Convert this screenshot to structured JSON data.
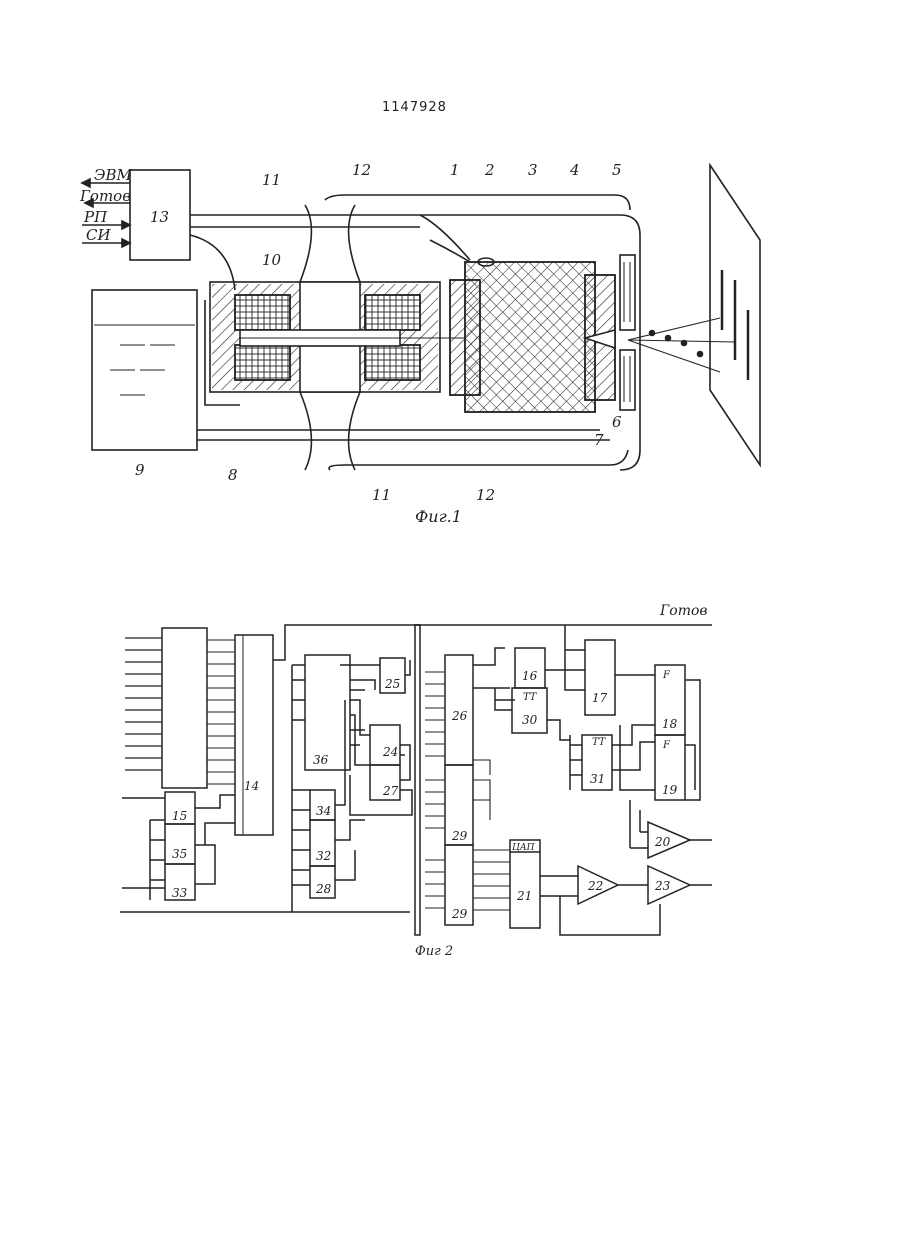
{
  "document": {
    "number": "1147928"
  },
  "fig1": {
    "caption": "Фиг.1",
    "io_labels": [
      "ЭВМ",
      "Готов",
      "РП",
      "СИ"
    ],
    "parts": {
      "p1": "1",
      "p2": "2",
      "p3": "3",
      "p4": "4",
      "p5": "5",
      "p6": "6",
      "p7": "7",
      "p8": "8",
      "p9": "9",
      "p10": "10",
      "p11a": "11",
      "p11b": "11",
      "p12a": "12",
      "p12b": "12",
      "p13": "13"
    }
  },
  "fig2": {
    "caption": "Фиг 2",
    "ready_label": "Готов",
    "blocks": {
      "b14": "14",
      "b15": "15",
      "b16": "16",
      "b17": "17",
      "b18": "18",
      "b19": "19",
      "b20": "20",
      "b21": "21",
      "b22": "22",
      "b23": "23",
      "b24": "24",
      "b25": "25",
      "b26": "26",
      "b27": "27",
      "b28": "28",
      "b29a": "29",
      "b29b": "29",
      "b30": "30",
      "b31": "31",
      "b32": "32",
      "b33": "33",
      "b34": "34",
      "b35": "35",
      "b36": "36"
    },
    "dac_label": "ЦАП",
    "tt_label": "ТТ",
    "f_label": "F"
  }
}
